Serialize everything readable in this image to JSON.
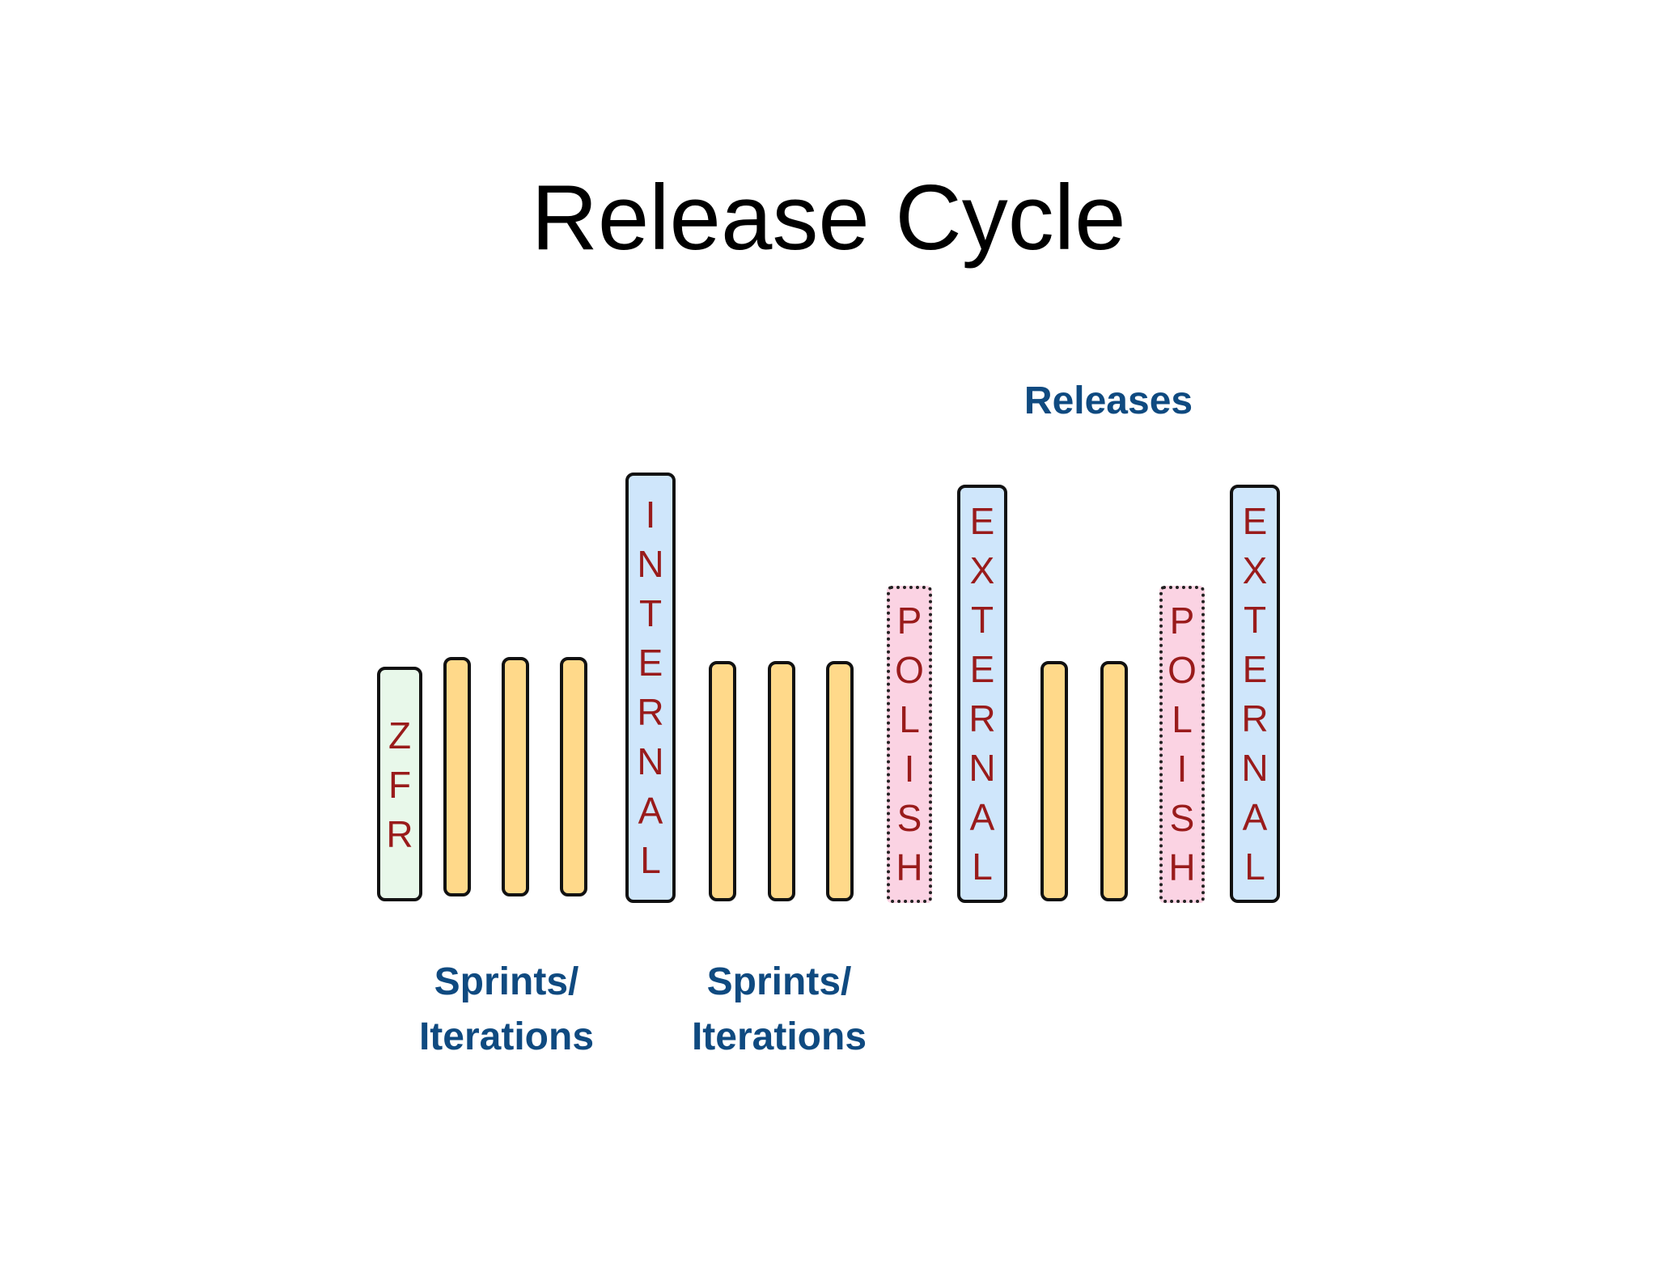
{
  "title": "Release Cycle",
  "labels": {
    "releases": "Releases",
    "sprints_1": {
      "line1": "Sprints/",
      "line2": "Iterations"
    },
    "sprints_2": {
      "line1": "Sprints/",
      "line2": "Iterations"
    }
  },
  "colors": {
    "title": "#000000",
    "label_blue": "#0f4a80",
    "letter_red": "#991b1b",
    "zfr_fill": "#e8f8ea",
    "sprint_fill": "#ffd98a",
    "release_fill": "#cfe6fb",
    "polish_fill": "#fbd3e3",
    "outline": "#111111"
  },
  "bars": [
    {
      "id": "zfr",
      "kind": "zfr",
      "text": "ZFR"
    },
    {
      "id": "sprint-1",
      "kind": "sprint",
      "text": ""
    },
    {
      "id": "sprint-2",
      "kind": "sprint",
      "text": ""
    },
    {
      "id": "sprint-3",
      "kind": "sprint",
      "text": ""
    },
    {
      "id": "internal",
      "kind": "release",
      "text": "INTERNAL"
    },
    {
      "id": "sprint-4",
      "kind": "sprint",
      "text": ""
    },
    {
      "id": "sprint-5",
      "kind": "sprint",
      "text": ""
    },
    {
      "id": "sprint-6",
      "kind": "sprint",
      "text": ""
    },
    {
      "id": "polish-1",
      "kind": "polish",
      "text": "POLISH"
    },
    {
      "id": "external-1",
      "kind": "release",
      "text": "EXTERNAL"
    },
    {
      "id": "sprint-7",
      "kind": "sprint",
      "text": ""
    },
    {
      "id": "sprint-8",
      "kind": "sprint",
      "text": ""
    },
    {
      "id": "polish-2",
      "kind": "polish",
      "text": "POLISH"
    },
    {
      "id": "external-2",
      "kind": "release",
      "text": "EXTERNAL"
    }
  ]
}
